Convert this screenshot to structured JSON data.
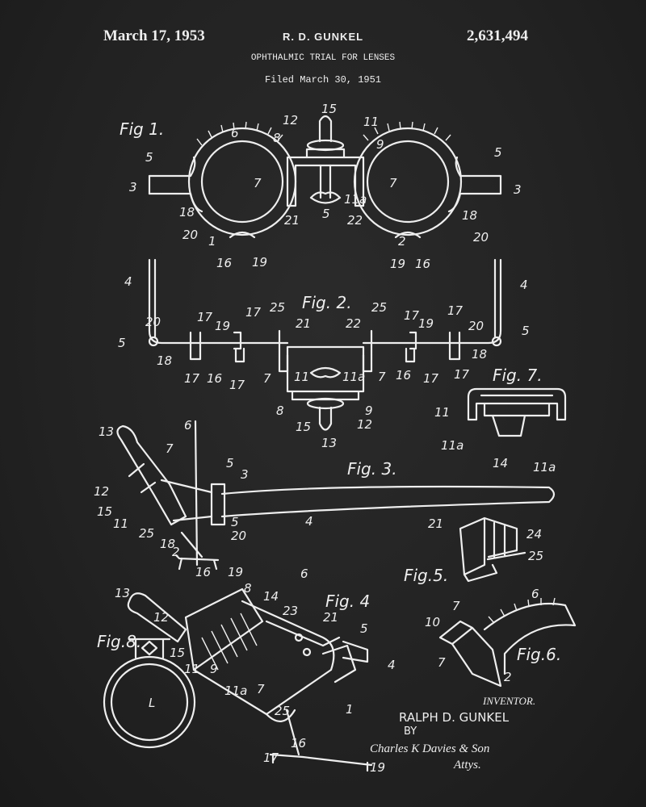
{
  "header": {
    "issue_date": "March 17, 1953",
    "inventor": "R. D. GUNKEL",
    "patent_number": "2,631,494",
    "title": "OPHTHALMIC TRIAL FOR LENSES",
    "filed": "Filed March 30, 1951"
  },
  "figures": [
    "Fig 1.",
    "Fig. 2.",
    "Fig. 3.",
    "Fig. 4",
    "Fig.5.",
    "Fig.6.",
    "Fig. 7.",
    "Fig.8."
  ],
  "signature": {
    "inventor_label": "INVENTOR.",
    "inventor_name": "RALPH D. GUNKEL",
    "by": "BY",
    "attorney": "Charles K Davies & Son",
    "attys": "Attys."
  },
  "fig1": [
    "12",
    "15",
    "11",
    "9",
    "6",
    "8",
    "5",
    "3",
    "7",
    "11a",
    "5",
    "7",
    "5",
    "3",
    "18",
    "20",
    "1",
    "21",
    "22",
    "16",
    "19",
    "2",
    "19",
    "16",
    "18",
    "20"
  ],
  "fig2": [
    "4",
    "4",
    "5",
    "5",
    "20",
    "17",
    "19",
    "17",
    "25",
    "21",
    "22",
    "25",
    "17",
    "19",
    "17",
    "20",
    "18",
    "17",
    "16",
    "17",
    "7",
    "11",
    "11a",
    "7",
    "16",
    "17",
    "18",
    "17",
    "8",
    "9",
    "15",
    "12",
    "13"
  ],
  "fig7": [
    "11",
    "11a",
    "14",
    "11a"
  ],
  "fig3": [
    "13",
    "6",
    "7",
    "5",
    "3",
    "12",
    "15",
    "11",
    "25",
    "18",
    "20",
    "5",
    "4",
    "2",
    "16",
    "19"
  ],
  "fig5": [
    "21",
    "24",
    "25"
  ],
  "fig4": [
    "13",
    "12",
    "8",
    "14",
    "6",
    "23",
    "21",
    "5",
    "4",
    "15",
    "11",
    "9",
    "11a",
    "7",
    "25",
    "1",
    "16",
    "17",
    "19"
  ],
  "fig6": [
    "6",
    "10",
    "7",
    "7",
    "2"
  ],
  "fig8": [
    "L"
  ]
}
